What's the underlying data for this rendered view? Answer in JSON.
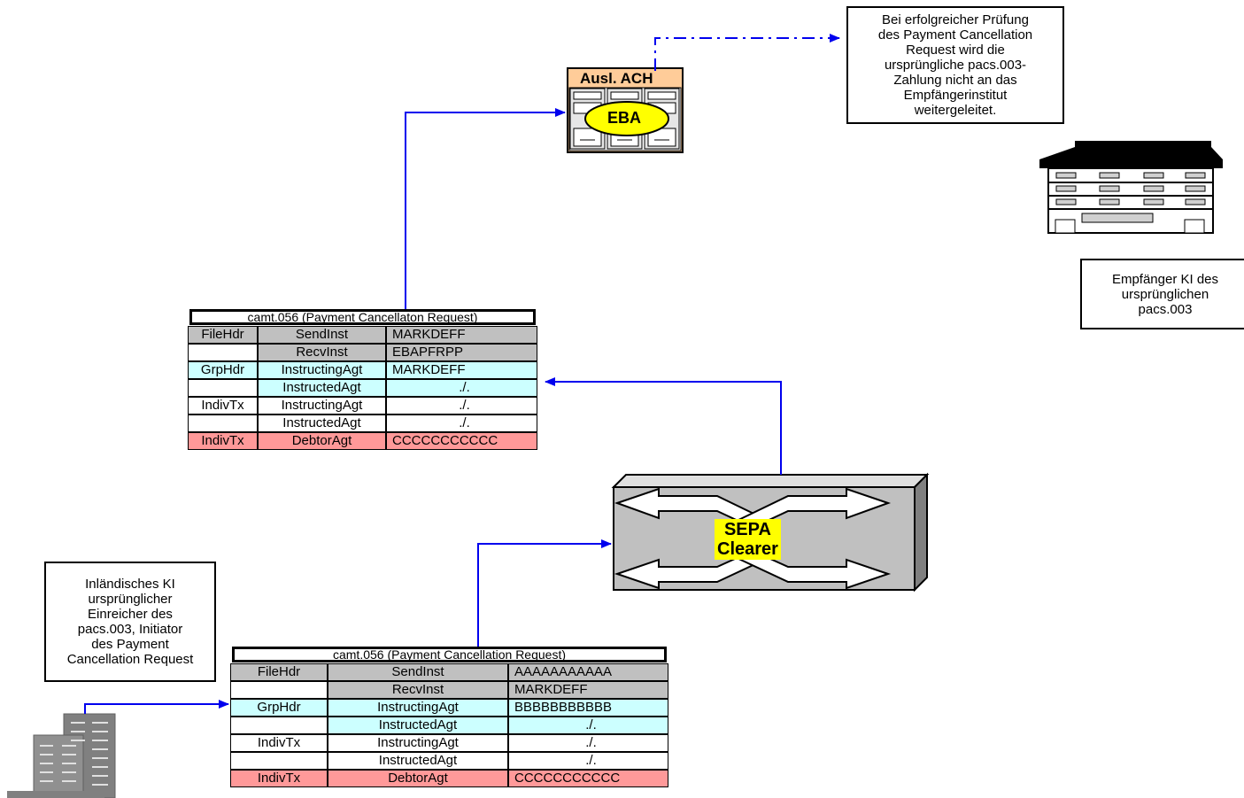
{
  "notes": {
    "eba_result": [
      "Bei erfolgreicher Prüfung",
      "des Payment Cancellation",
      "Request wird die",
      "ursprüngliche pacs.003-",
      "Zahlung nicht an das",
      "Empfängerinstitut",
      "weitergeleitet."
    ],
    "beneficiary_bank": [
      "Empfänger KI des",
      "ursprünglichen",
      "pacs.003"
    ],
    "domestic_bank": [
      "Inländisches KI",
      "ursprünglicher",
      "Einreicher des",
      "pacs.003, Initiator",
      "des Payment",
      "Cancellation Request"
    ]
  },
  "ach": {
    "title": "Ausl. ACH",
    "label": "EBA"
  },
  "clearer": {
    "line1": "SEPA",
    "line2": "Clearer"
  },
  "message_top": {
    "title": "camt.056 (Payment Cancellaton Request)",
    "rows": [
      {
        "section": "FileHdr",
        "field": "SendInst",
        "value": "MARKDEFF"
      },
      {
        "section": "",
        "field": "RecvInst",
        "value": "EBAPFRPP"
      },
      {
        "section": "GrpHdr",
        "field": "InstructingAgt",
        "value": "MARKDEFF"
      },
      {
        "section": "",
        "field": "InstructedAgt",
        "value": "./."
      },
      {
        "section": "IndivTx",
        "field": "InstructingAgt",
        "value": "./."
      },
      {
        "section": "",
        "field": "InstructedAgt",
        "value": "./."
      },
      {
        "section": "IndivTx",
        "field": "DebtorAgt",
        "value": "CCCCCCCCCCC"
      }
    ]
  },
  "message_bottom": {
    "title": "camt.056 (Payment Cancellation Request)",
    "rows": [
      {
        "section": "FileHdr",
        "field": "SendInst",
        "value": "AAAAAAAAAAA"
      },
      {
        "section": "",
        "field": "RecvInst",
        "value": "MARKDEFF"
      },
      {
        "section": "GrpHdr",
        "field": "InstructingAgt",
        "value": "BBBBBBBBBBB"
      },
      {
        "section": "",
        "field": "InstructedAgt",
        "value": "./."
      },
      {
        "section": "IndivTx",
        "field": "InstructingAgt",
        "value": "./."
      },
      {
        "section": "",
        "field": "InstructedAgt",
        "value": "./."
      },
      {
        "section": "IndivTx",
        "field": "DebtorAgt",
        "value": "CCCCCCCCCCC"
      }
    ]
  },
  "colors": {
    "arrow": "#0000ee",
    "file_hdr": "#c0c0c0",
    "grp_hdr": "#ccffff",
    "indiv_tx": "#ffffff",
    "debtor": "#ff9999",
    "ach_header": "#ffcc99",
    "highlight": "#ffff00"
  }
}
